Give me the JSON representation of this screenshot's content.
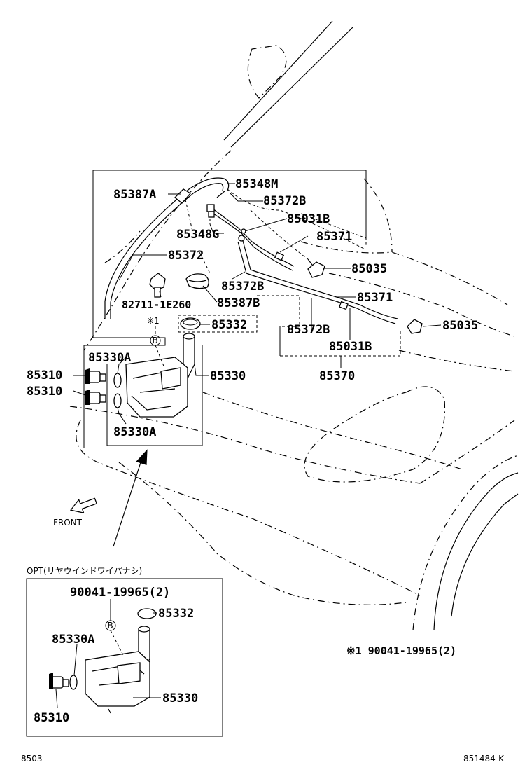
{
  "labels": {
    "p85387A": "85387A",
    "p85348M": "85348M",
    "p85372B_1": "85372B",
    "p85031B_1": "85031B",
    "p85348G": "85348G",
    "p85371_1": "85371",
    "p85372": "85372",
    "p85035_1": "85035",
    "p85372B_2": "85372B",
    "p82711": "82711-1E260",
    "p85387B": "85387B",
    "p85371_2": "85371",
    "p85035_2": "85035",
    "p85332": "85332",
    "p85372B_3": "85372B",
    "mark1": "※1",
    "p85031B_2": "85031B",
    "p85330A_1": "85330A",
    "p85310_1": "85310",
    "p85330": "85330",
    "p85370": "85370",
    "p85310_2": "85310",
    "p85330A_2": "85330A",
    "front": "FRONT"
  },
  "opt": {
    "title": "OPT(リヤウインドワイパナシ)",
    "p90041": "90041-19965(2)",
    "p85332": "85332",
    "p85330A": "85330A",
    "p85330": "85330",
    "p85310": "85310"
  },
  "note": "※1  90041-19965(2)",
  "footer": {
    "left": "8503",
    "right": "851484-K"
  },
  "bolt_symbol": "B"
}
